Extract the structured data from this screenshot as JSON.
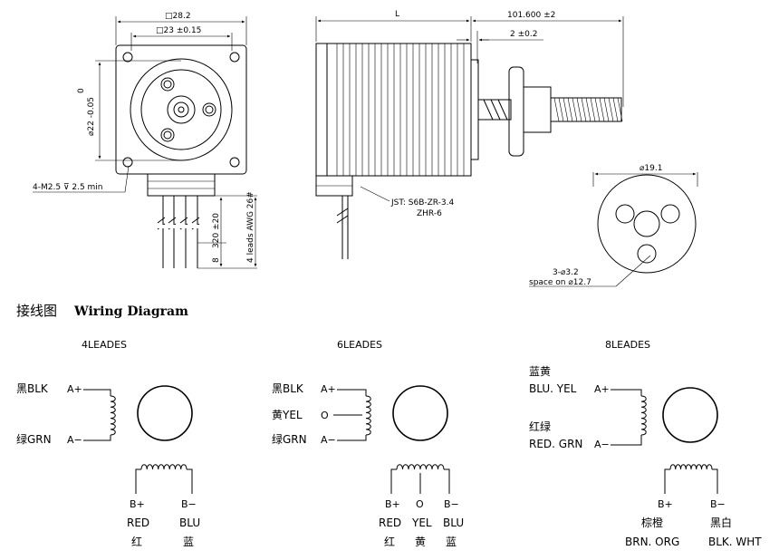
{
  "front_view": {
    "square_outer": "□28.2",
    "square_inner": "□23 ±0.15",
    "pilot_tol": "0",
    "pilot_dia": "⌀22 -0.05",
    "mount_holes": "4-M2.5 ⊽ 2.5 min",
    "lead_length": "320 ±20",
    "lead_spec": "4 leads AWG 26#",
    "strip_len": "8"
  },
  "side_view": {
    "body_length": "L",
    "shaft_length": "101.600 ±2",
    "boss_length": "2 ±0.2",
    "connector": "JST: S6B-ZR-3.4",
    "connector2": "ZHR-6"
  },
  "nut_view": {
    "flange_dia": "⌀19.1",
    "holes": "3-⌀3.2",
    "pcd": "space on ⌀12.7"
  },
  "wiring": {
    "title_cn": "接线图",
    "title_en": "Wiring Diagram",
    "four": {
      "title": "4LEADES",
      "a_plus_color": "黑BLK",
      "a_plus": "A+",
      "a_minus_color": "绿GRN",
      "a_minus": "A−",
      "b_plus": "B+",
      "b_minus": "B−",
      "b_plus_en": "RED",
      "b_minus_en": "BLU",
      "b_plus_cn": "红",
      "b_minus_cn": "蓝"
    },
    "six": {
      "title": "6LEADES",
      "a_plus_color": "黑BLK",
      "a_plus": "A+",
      "a_mid_color": "黄YEL",
      "a_mid": "O",
      "a_minus_color": "绿GRN",
      "a_minus": "A−",
      "b_plus": "B+",
      "b_mid": "O",
      "b_minus": "B−",
      "b_plus_en": "RED",
      "b_mid_en": "YEL",
      "b_minus_en": "BLU",
      "b_plus_cn": "红",
      "b_mid_cn": "黄",
      "b_minus_cn": "蓝"
    },
    "eight": {
      "title": "8LEADES",
      "a_plus_cn": "蓝黄",
      "a_plus_color": "BLU. YEL",
      "a_plus": "A+",
      "a_minus_cn": "红绿",
      "a_minus_color": "RED. GRN",
      "a_minus": "A−",
      "b_plus": "B+",
      "b_minus": "B−",
      "b_plus_cn": "棕橙",
      "b_minus_cn": "黑白",
      "b_plus_en": "BRN. ORG",
      "b_minus_en": "BLK. WHT"
    }
  }
}
